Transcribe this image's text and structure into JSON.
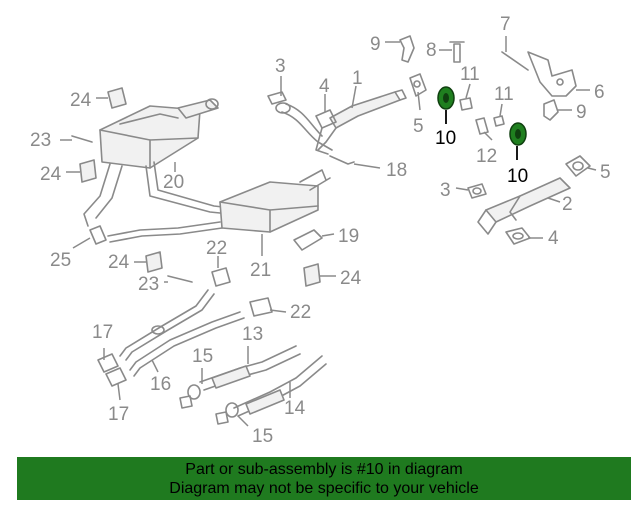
{
  "callouts": {
    "c1": "1",
    "c2": "2",
    "c3a": "3",
    "c3b": "3",
    "c4a": "4",
    "c4b": "4",
    "c5a": "5",
    "c5b": "5",
    "c6": "6",
    "c7": "7",
    "c8": "8",
    "c9a": "9",
    "c9b": "9",
    "c10a": "10",
    "c10b": "10",
    "c11a": "11",
    "c11b": "11",
    "c12": "12",
    "c13": "13",
    "c14": "14",
    "c15a": "15",
    "c15b": "15",
    "c16": "16",
    "c17a": "17",
    "c17b": "17",
    "c18": "18",
    "c19": "19",
    "c20": "20",
    "c21": "21",
    "c22a": "22",
    "c22b": "22",
    "c23a": "23",
    "c23b": "23",
    "c24a": "24",
    "c24b": "24",
    "c24c": "24",
    "c24d": "24",
    "c25": "25"
  },
  "highlight": {
    "part_number": "10",
    "color": "#1f7a1f"
  },
  "banner": {
    "line1": "Part or sub-assembly is #10 in diagram",
    "line2": "Diagram may not be specific to your vehicle",
    "background": "#1f7a1f"
  }
}
